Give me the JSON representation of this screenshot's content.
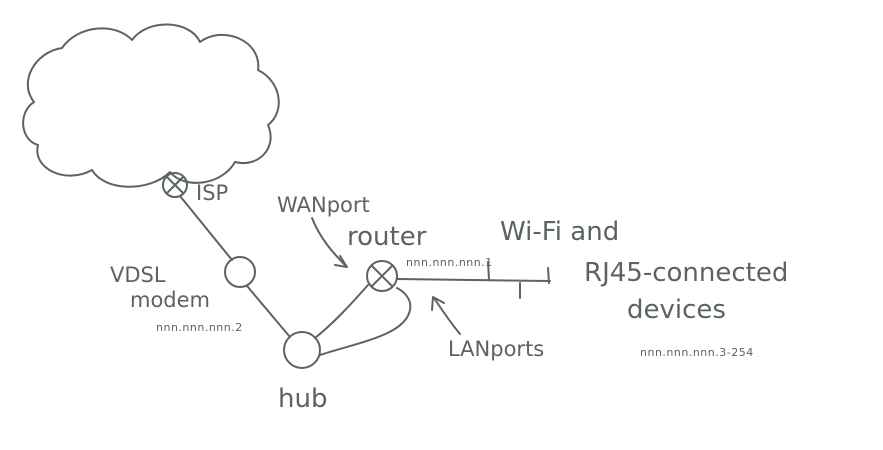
{
  "diagram": {
    "nodes": {
      "isp": "ISP",
      "modem_line1": "VDSL",
      "modem_line2": "modem",
      "modem_ip": "nnn.nnn.nnn.2",
      "hub": "hub",
      "router": "router",
      "router_ip": "nnn.nnn.nnn.1",
      "wan_port": "WANport",
      "lan_ports": "LANports",
      "devices_line1": "Wi-Fi and",
      "devices_line2": "RJ45-connected",
      "devices_line3": "devices",
      "devices_ip": "nnn.nnn.nnn.3-254"
    },
    "colors": {
      "ink": "#5b6366",
      "background": "#ffffff"
    }
  }
}
